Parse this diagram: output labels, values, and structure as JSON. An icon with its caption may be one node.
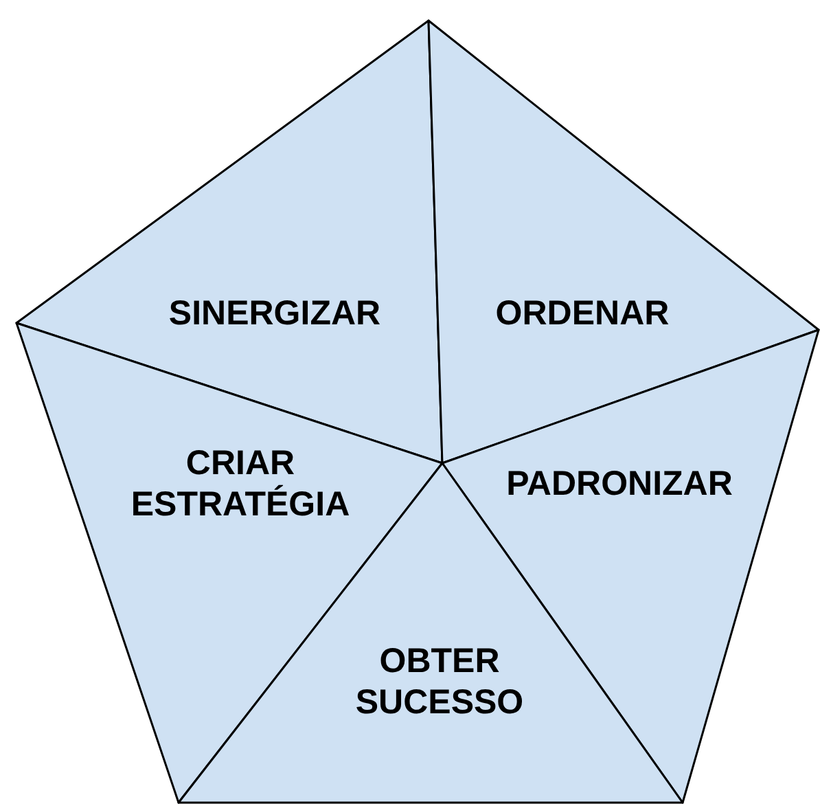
{
  "diagram": {
    "nodes": [
      {
        "text": [
          "SINERGIZAR"
        ]
      },
      {
        "text": [
          "ORDENAR"
        ]
      },
      {
        "text": [
          "CRIAR ESTRATÉGIA"
        ]
      },
      {
        "text": [
          "PADRONIZAR"
        ]
      },
      {
        "text": [
          "OBTER SUCESSO"
        ]
      }
    ]
  }
}
